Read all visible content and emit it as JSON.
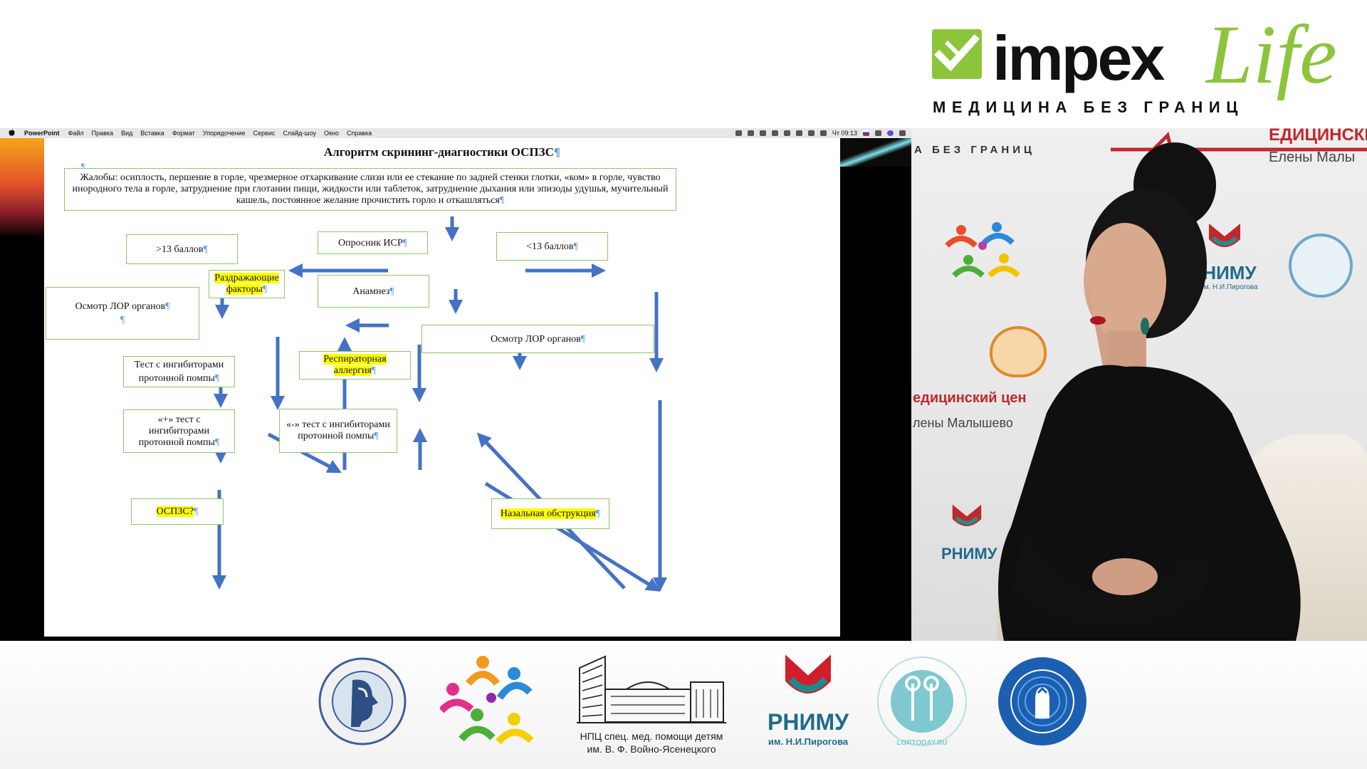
{
  "brand": {
    "name": "impex",
    "script": "Life",
    "tagline": "МЕДИЦИНА БЕЗ ГРАНИЦ",
    "accent_color": "#8cc43c"
  },
  "os_menubar": {
    "apple_icon": "apple-logo-icon",
    "app_name": "PowerPoint",
    "menus": [
      "Файл",
      "Правка",
      "Вид",
      "Вставка",
      "Формат",
      "Упорядочение",
      "Сервис",
      "Слайд-шоу",
      "Окно",
      "Справка"
    ],
    "clock": "Чт 09:13"
  },
  "slide": {
    "title": "Алгоритм скрининг-диагностики ОСПЗС",
    "pilcrow": "¶",
    "boxes": {
      "complaints": "Жалобы: осиплость, першение в горле, чрезмерное отхаркивание слизи или ее стекание по задней стенки глотки, «ком» в горле, чувство инородного тела в горле, затруднение при глотании пищи, жидкости или таблеток, затруднение дыхания или эпизоды удушья, мучительный кашель, постоянное желание прочистить горло и откашляться",
      "questionnaire": "Опросник ИСР",
      "gt13": ">13 баллов",
      "lt13": "<13 баллов",
      "irritants": "Раздражающие факторы",
      "anamnesis": "Анамнез",
      "ent_exam_left": "Осмотр ЛОР органов",
      "ent_exam_right": "Осмотр ЛОР органов",
      "ppi_test": "Тест с ингибиторами протонной помпы",
      "resp_allergy": "Респираторная аллергия",
      "ppi_positive": "«+» тест с ингибиторами протонной помпы",
      "ppi_negative": "«-» тест с ингибиторами протонной помпы",
      "ospzs": "ОСПЗС?",
      "nasal_obstruction": "Назальная обструкция"
    },
    "highlight_color": "#ffff00",
    "box_border_color": "#8fc46a",
    "arrow_color": "#4472c4"
  },
  "camera_backdrop": {
    "center_line1": "едицинский цен",
    "center_line2": "лены Малышево",
    "center_top_right_1": "ЕДИЦИНСКИ",
    "center_top_right_2": "Елены Малы",
    "tagline_fragment": "А БЕЗ ГРАНИЦ",
    "rnimu_label": "РНИМУ",
    "rnimu_sub": "им. Н.И.Пирогова"
  },
  "partners": {
    "ncpc_line1": "НПЦ спец. мед. помощи детям",
    "ncpc_line2": "им. В. Ф. Войно-Ясенецкого",
    "rnimu": "РНИМУ",
    "rnimu_sub": "им. Н.И.Пирогова",
    "lortoday": "LORTODAY.RU"
  }
}
